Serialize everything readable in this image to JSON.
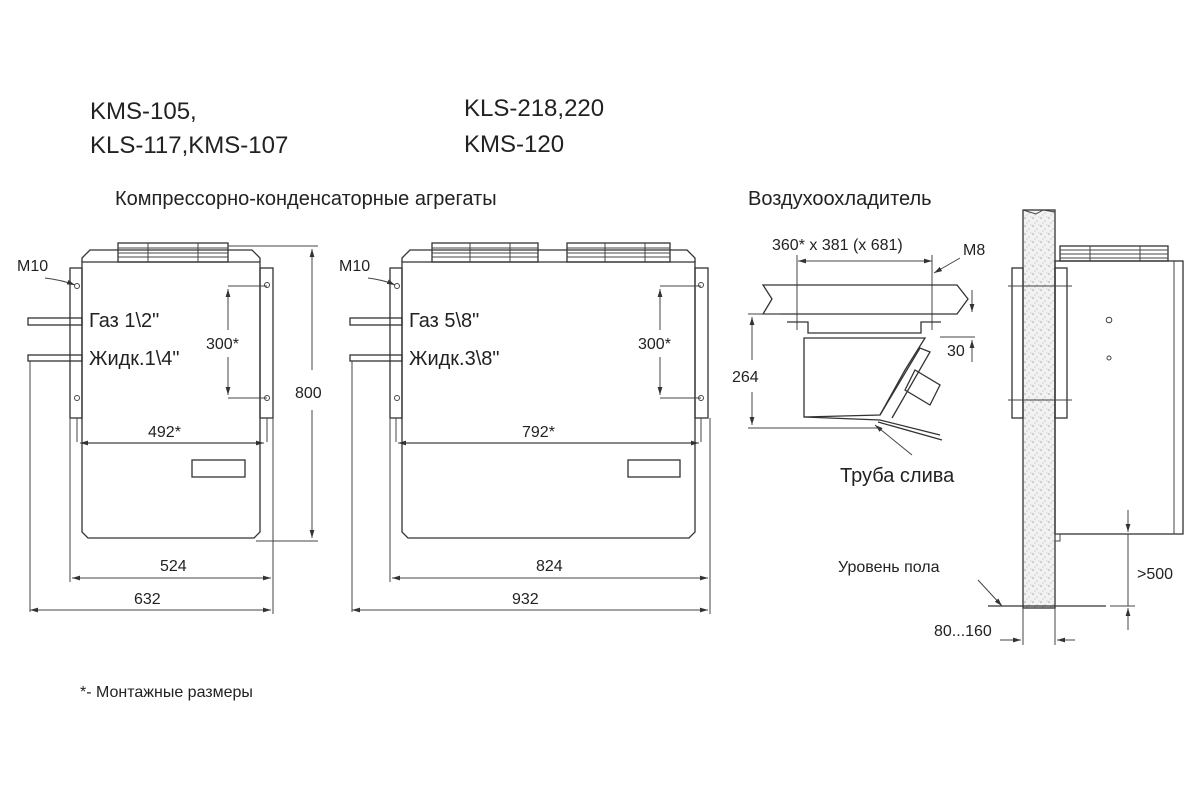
{
  "titles": {
    "models_left_1": "KMS-105,",
    "models_left_2": "KLS-117,KMS-107",
    "models_right_1": "KLS-218,220",
    "models_right_2": "KMS-120",
    "condensing_units": "Компрессорно-конденсаторные агрегаты",
    "air_cooler": "Воздухоохладитель"
  },
  "unit_small": {
    "bolt": "M10",
    "gas": "Газ 1\\2\"",
    "liquid": "Жидк.1\\4\"",
    "mount_height": "300*",
    "mount_width": "492*",
    "height": "800",
    "width": "524",
    "total_width": "632"
  },
  "unit_large": {
    "bolt": "M10",
    "gas": "Газ  5\\8\"",
    "liquid": "Жидк.3\\8\"",
    "mount_height": "300*",
    "mount_width": "792*",
    "width": "824",
    "total_width": "932"
  },
  "cooler": {
    "size": "360* x  381  (x 681)",
    "bolt": "M8",
    "gap": "30",
    "height": "264",
    "drain": "Труба слива",
    "floor": "Уровень  пола",
    "min_height": ">500",
    "wall": "80...160"
  },
  "footnote": "*- Монтажные размеры"
}
